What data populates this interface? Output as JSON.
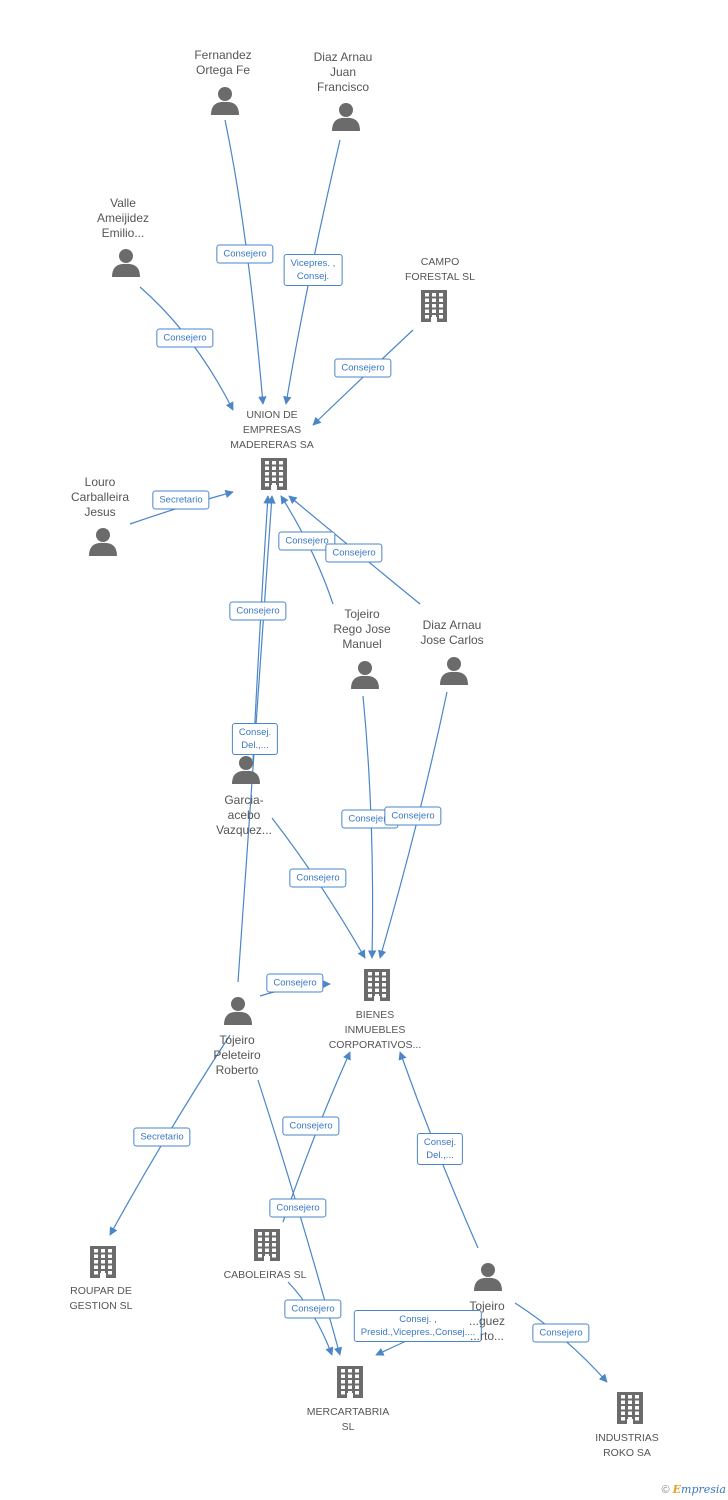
{
  "nodes": {
    "fernandez": {
      "label": "Fernandez\nOrtega Fe",
      "type": "person"
    },
    "diaz_juan": {
      "label": "Diaz Arnau\nJuan\nFrancisco",
      "type": "person"
    },
    "valle": {
      "label": "Valle\nAmeijidez\nEmilio...",
      "type": "person"
    },
    "campo": {
      "label": "CAMPO\nFORESTAL SL",
      "type": "company"
    },
    "union": {
      "label": "UNION DE\nEMPRESAS\nMADERERAS SA",
      "type": "company"
    },
    "louro": {
      "label": "Louro\nCarballeira\nJesus",
      "type": "person"
    },
    "tojeiro_rego": {
      "label": "Tojeiro\nRego Jose\nManuel",
      "type": "person"
    },
    "diaz_jose": {
      "label": "Diaz Arnau\nJose Carlos",
      "type": "person"
    },
    "garcia": {
      "label": "Garcia-\nacebo\nVazquez...",
      "type": "person"
    },
    "bienes": {
      "label": "BIENES\nINMUEBLES\nCORPORATIVOS...",
      "type": "company"
    },
    "tojeiro_pel": {
      "label": "Tojeiro\nPeleteiro\nRoberto",
      "type": "person"
    },
    "roupar": {
      "label": "ROUPAR DE\nGESTION SL",
      "type": "company"
    },
    "caboleiras": {
      "label": "CABOLEIRAS SL",
      "type": "company"
    },
    "tojeiro_rod": {
      "label": "Tojeiro\n...guez\n...rto...",
      "type": "person"
    },
    "mercartabria": {
      "label": "MERCARTABRIA\nSL",
      "type": "company"
    },
    "industrias": {
      "label": "INDUSTRIAS\nROKO SA",
      "type": "company"
    }
  },
  "edges": [
    {
      "from": "fernandez",
      "to": "union",
      "label": "Consejero"
    },
    {
      "from": "diaz_juan",
      "to": "union",
      "label": "Vicepres. ,\nConsej."
    },
    {
      "from": "valle",
      "to": "union",
      "label": "Consejero"
    },
    {
      "from": "campo",
      "to": "union",
      "label": "Consejero"
    },
    {
      "from": "louro",
      "to": "union",
      "label": "Secretario"
    },
    {
      "from": "tojeiro_rego",
      "to": "union",
      "label": "Consejero"
    },
    {
      "from": "diaz_jose",
      "to": "union",
      "label": "Consejero"
    },
    {
      "from": "garcia",
      "to": "union",
      "label": "Consejero"
    },
    {
      "from": "tojeiro_pel",
      "to": "union",
      "label": "Consej.\nDel.,..."
    },
    {
      "from": "tojeiro_rego",
      "to": "bienes",
      "label": "Consejero"
    },
    {
      "from": "diaz_jose",
      "to": "bienes",
      "label": "Consejero"
    },
    {
      "from": "garcia",
      "to": "bienes",
      "label": "Consejero"
    },
    {
      "from": "tojeiro_pel",
      "to": "bienes",
      "label": "Consejero"
    },
    {
      "from": "tojeiro_pel",
      "to": "roupar",
      "label": "Secretario"
    },
    {
      "from": "caboleiras",
      "to": "bienes",
      "label": "Consejero"
    },
    {
      "from": "tojeiro_rod",
      "to": "bienes",
      "label": "Consej.\nDel.,..."
    },
    {
      "from": "tojeiro_pel",
      "to": "mercartabria",
      "label": "Consejero"
    },
    {
      "from": "caboleiras",
      "to": "mercartabria",
      "label": "Consejero"
    },
    {
      "from": "tojeiro_rod",
      "to": "mercartabria",
      "label": "Consej. ,\nPresid.,Vicepres.,Consej...."
    },
    {
      "from": "tojeiro_rod",
      "to": "industrias",
      "label": "Consejero"
    }
  ],
  "icons": {
    "person": "person-icon",
    "company": "building-icon"
  },
  "colors": {
    "edge": "#4a86c8",
    "icon": "#6b6b6b",
    "label": "#555555"
  },
  "footer": {
    "copyright": "©",
    "brand_e": "E",
    "brand_rest": "mpresia"
  }
}
